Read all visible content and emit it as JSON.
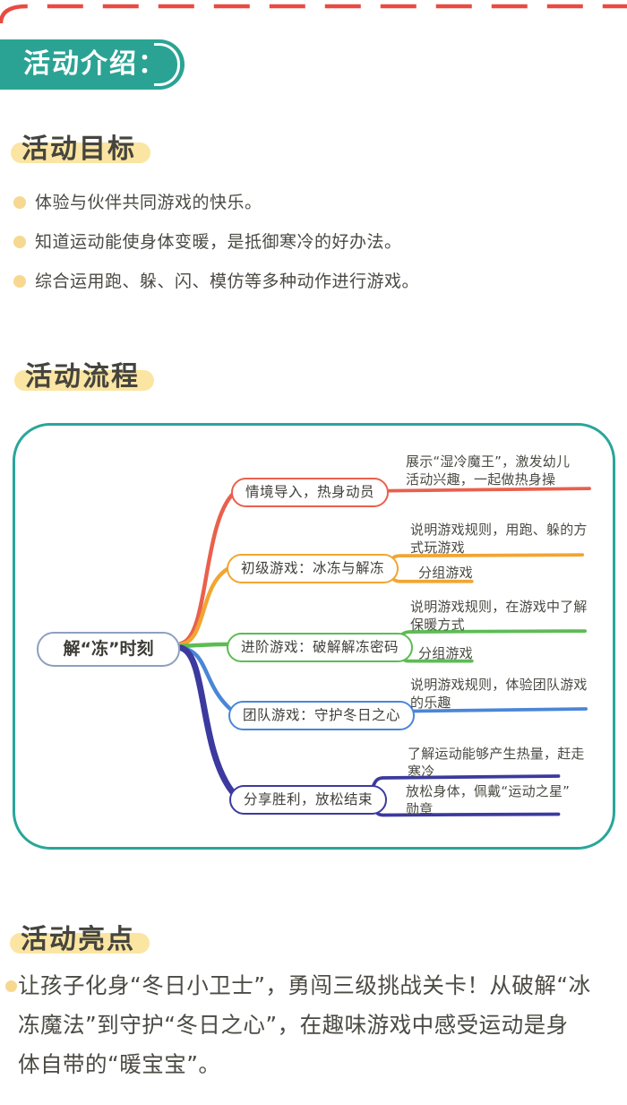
{
  "header": {
    "badge": "活动介绍："
  },
  "goals": {
    "title": "活动目标",
    "items": [
      "体验与伙伴共同游戏的快乐。",
      "知道运动能使身体变暖，是抵御寒冷的好办法。",
      "综合运用跑、躲、闪、模仿等多种动作进行游戏。"
    ]
  },
  "process": {
    "title": "活动流程"
  },
  "mindmap": {
    "center": "解“冻”时刻",
    "branches": [
      {
        "label": "情境导入，热身动员",
        "color": "#e9604d",
        "notes": [
          {
            "lines": [
              "展示“湿冷魔王”，激发幼儿",
              "活动兴趣，一起做热身操"
            ]
          }
        ]
      },
      {
        "label": "初级游戏：冰冻与解冻",
        "color": "#f2a532",
        "notes": [
          {
            "lines": [
              "说明游戏规则，用跑、躲的方",
              "式玩游戏"
            ]
          },
          {
            "lines": [
              "分组游戏"
            ]
          }
        ]
      },
      {
        "label": "进阶游戏：破解解冻密码",
        "color": "#5cbc53",
        "notes": [
          {
            "lines": [
              "说明游戏规则，在游戏中了解",
              "保暖方式"
            ]
          },
          {
            "lines": [
              "分组游戏"
            ]
          }
        ]
      },
      {
        "label": "团队游戏：守护冬日之心",
        "color": "#4a86d8",
        "notes": [
          {
            "lines": [
              "说明游戏规则，体验团队游戏",
              "的乐趣"
            ]
          }
        ]
      },
      {
        "label": "分享胜利，放松结束",
        "color": "#3c3a9e",
        "notes": [
          {
            "lines": [
              "了解运动能够产生热量，赶走",
              "寒冷"
            ]
          },
          {
            "lines": [
              "放松身体，佩戴“运动之星”",
              "勋章"
            ]
          }
        ]
      }
    ],
    "container_border_color": "#29a69a",
    "center_border_color": "#8da0bf"
  },
  "highlights": {
    "title": "活动亮点",
    "lines": [
      "让孩子化身“冬日小卫士”，勇闯三级挑战关卡！从破解“冰",
      "冻魔法”到守护“冬日之心”，在趣味游戏中感受运动是身",
      "体自带的“暖宝宝”。"
    ]
  },
  "colors": {
    "badge_teal": "#2ba394",
    "heading_highlight": "#fbe5a2",
    "bullet_dot": "#f6d890",
    "top_dash_red": "#ea4a41",
    "text_dark": "#4b4a43"
  }
}
